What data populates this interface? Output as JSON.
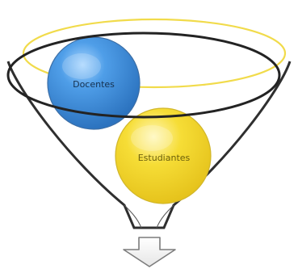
{
  "diagram": {
    "type": "funnel",
    "inputs": [
      {
        "label": "Docentes",
        "color": "#3f8fd8"
      },
      {
        "label": "Estudiantes",
        "color": "#f2d32a"
      }
    ],
    "funnel_rim_accent": "#f1db4b",
    "funnel_outline": "#2f2f2f",
    "output_arrow": "down-arrow-icon"
  }
}
